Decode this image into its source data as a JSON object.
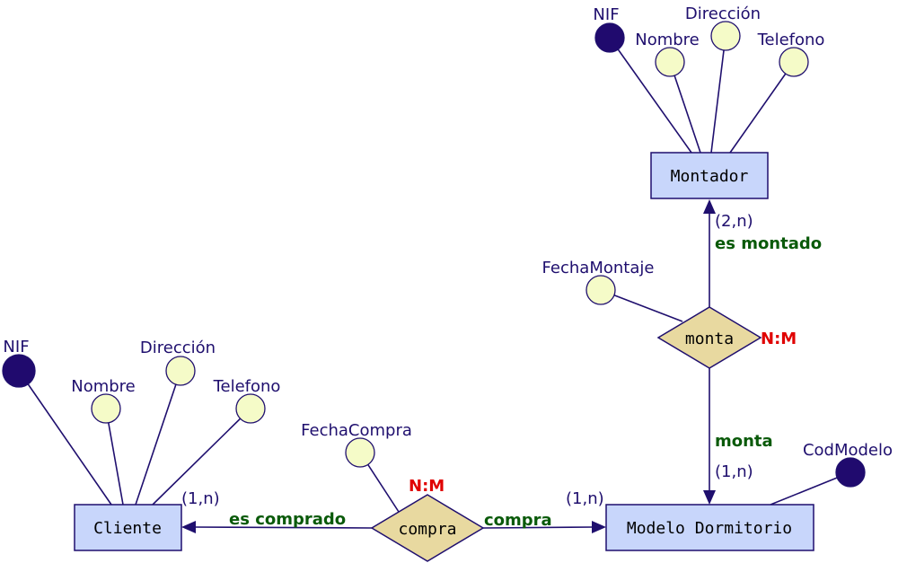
{
  "entities": {
    "montador": "Montador",
    "cliente": "Cliente",
    "modelo": "Modelo Dormitorio"
  },
  "relationships": {
    "monta": "monta",
    "compra": "compra"
  },
  "attributes": {
    "montador_nif": "NIF",
    "montador_nombre": "Nombre",
    "montador_direccion": "Dirección",
    "montador_telefono": "Telefono",
    "cliente_nif": "NIF",
    "cliente_nombre": "Nombre",
    "cliente_direccion": "Dirección",
    "cliente_telefono": "Telefono",
    "fecha_montaje": "FechaMontaje",
    "fecha_compra": "FechaCompra",
    "cod_modelo": "CodModelo"
  },
  "cardinalities": {
    "montador": "(2,n)",
    "modelo_monta": "(1,n)",
    "cliente": "(1,n)",
    "modelo_compra": "(1,n)"
  },
  "roles": {
    "es_montado": "es montado",
    "monta": "monta",
    "es_comprado": "es comprado",
    "compra": "compra"
  },
  "ratios": {
    "monta": "N:M",
    "compra": "N:M"
  },
  "colors": {
    "entity_fill": "#c8d6fb",
    "relationship_fill": "#e8d9a0",
    "attribute_fill": "#f5fbc8",
    "key_attribute_fill": "#200a6e",
    "line": "#1f0f6e",
    "role_text": "#0a5a0a",
    "ratio_text": "#e00000"
  }
}
